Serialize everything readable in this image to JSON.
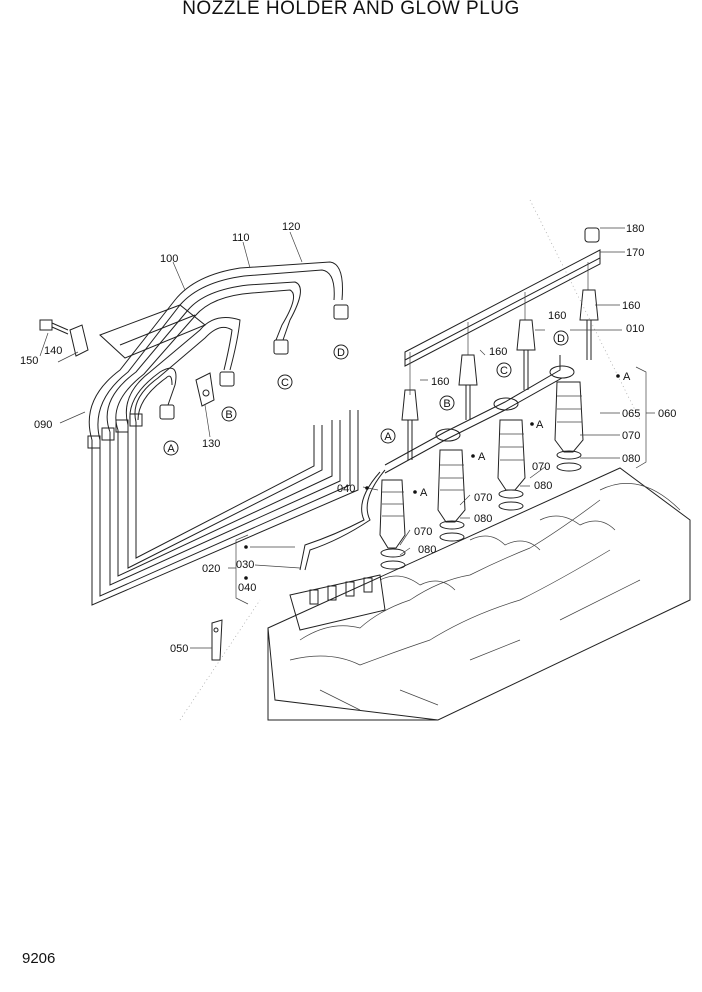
{
  "title": "NOZZLE HOLDER AND GLOW PLUG",
  "page_number": "9206",
  "callouts": [
    {
      "id": "c010",
      "text": "010"
    },
    {
      "id": "c020",
      "text": "020"
    },
    {
      "id": "c030",
      "text": "030"
    },
    {
      "id": "c040a",
      "text": "040"
    },
    {
      "id": "c040b",
      "text": "040"
    },
    {
      "id": "c050",
      "text": "050"
    },
    {
      "id": "c060",
      "text": "060"
    },
    {
      "id": "c065",
      "text": "065"
    },
    {
      "id": "c070a",
      "text": "070"
    },
    {
      "id": "c070b",
      "text": "070"
    },
    {
      "id": "c070c",
      "text": "070"
    },
    {
      "id": "c070d",
      "text": "070"
    },
    {
      "id": "c080a",
      "text": "080"
    },
    {
      "id": "c080b",
      "text": "080"
    },
    {
      "id": "c080c",
      "text": "080"
    },
    {
      "id": "c080d",
      "text": "080"
    },
    {
      "id": "c090",
      "text": "090"
    },
    {
      "id": "c100",
      "text": "100"
    },
    {
      "id": "c110",
      "text": "110"
    },
    {
      "id": "c120",
      "text": "120"
    },
    {
      "id": "c130",
      "text": "130"
    },
    {
      "id": "c140",
      "text": "140"
    },
    {
      "id": "c150",
      "text": "150"
    },
    {
      "id": "c160a",
      "text": "160"
    },
    {
      "id": "c160b",
      "text": "160"
    },
    {
      "id": "c160c",
      "text": "160"
    },
    {
      "id": "c160d",
      "text": "160"
    },
    {
      "id": "c170",
      "text": "170"
    },
    {
      "id": "c180",
      "text": "180"
    }
  ],
  "ref_markers": [
    {
      "id": "rA1",
      "text": "A"
    },
    {
      "id": "rB1",
      "text": "B"
    },
    {
      "id": "rC1",
      "text": "C"
    },
    {
      "id": "rD1",
      "text": "D"
    },
    {
      "id": "rA2",
      "text": "A"
    },
    {
      "id": "rB2",
      "text": "B"
    },
    {
      "id": "rC2",
      "text": "C"
    },
    {
      "id": "rD2",
      "text": "D"
    }
  ],
  "point_labels": [
    {
      "id": "pA1",
      "text": "A"
    },
    {
      "id": "pA2",
      "text": "A"
    },
    {
      "id": "pA3",
      "text": "A"
    },
    {
      "id": "pA4",
      "text": "A"
    }
  ]
}
